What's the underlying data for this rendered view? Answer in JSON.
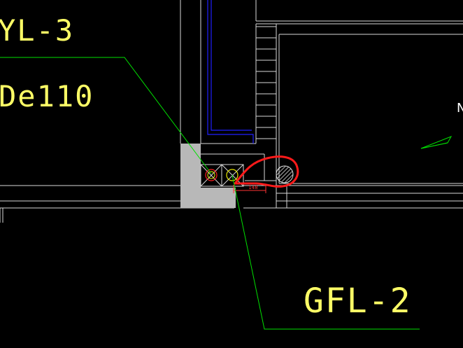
{
  "drawing": {
    "background": "#000000",
    "colors": {
      "wall": "#d8d8d8",
      "leader": "#00e000",
      "text": "#ffff66",
      "column_fill": "#b8b8b8",
      "frame_blue": "#2020ff",
      "markup_red": "#ff1a1a",
      "pipe_red": "#ff2020",
      "pipe_yellow": "#e6e600"
    },
    "labels": {
      "tag_top": "YL-3",
      "pipe_size": "De110",
      "tag_bottom": "GFL-2",
      "dimension": "148",
      "north_mark": "N"
    },
    "symbols": {
      "pipes": [
        "pipe-red",
        "pipe-yellow"
      ],
      "hatched_pipe": "hatched-circle",
      "stair": "stair-treads",
      "arrow": "direction-arrow"
    }
  }
}
